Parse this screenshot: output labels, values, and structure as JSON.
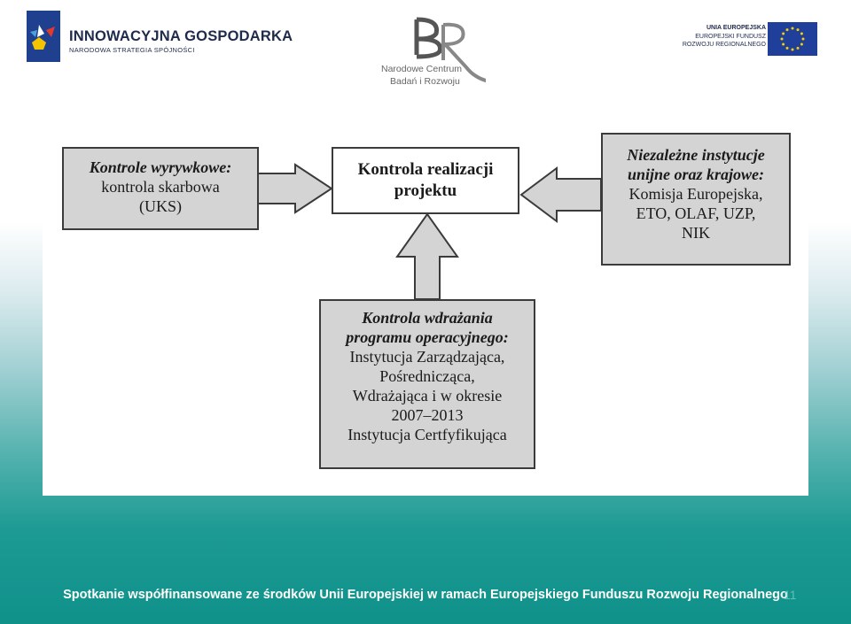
{
  "header": {
    "logo_left": {
      "title": "INNOWACYJNA GOSPODARKA",
      "subtitle": "NARODOWA STRATEGIA SPÓJNOŚCI"
    },
    "logo_center": {
      "line1": "Narodowe Centrum",
      "line2": "Badań i Rozwoju"
    },
    "logo_right": {
      "line1": "UNIA EUROPEJSKA",
      "line2": "EUROPEJSKI FUNDUSZ",
      "line3": "ROZWOJU REGIONALNEGO"
    }
  },
  "diagram": {
    "center_box": {
      "line1": "Kontrola realizacji",
      "line2": "projektu"
    },
    "left_box": {
      "head": "Kontrole wyrywkowe:",
      "line1": "kontrola skarbowa",
      "line2": "(UKS)"
    },
    "right_box": {
      "head1": "Niezależne instytucje",
      "head2": "unijne oraz krajowe:",
      "line1": "Komisja Europejska,",
      "line2": "ETO, OLAF, UZP,",
      "line3": "NIK"
    },
    "bottom_box": {
      "head1": "Kontrola wdrażania",
      "head2": "programu operacyjnego:",
      "line1": "Instytucja Zarządzająca,",
      "line2": "Pośrednicząca,",
      "line3": "Wdrażająca i w okresie",
      "line4": "2007–2013",
      "line5": "Instytucja Certfyfikująca"
    }
  },
  "footer": {
    "text": "Spotkanie współfinansowane ze środków Unii Europejskiej w ramach Europejskiego Funduszu Rozwoju Regionalnego",
    "page_number": "11"
  },
  "colors": {
    "box_fill": "#d4d4d4",
    "box_border": "#3b3b3b",
    "footer_gradient": "#0f918a"
  }
}
